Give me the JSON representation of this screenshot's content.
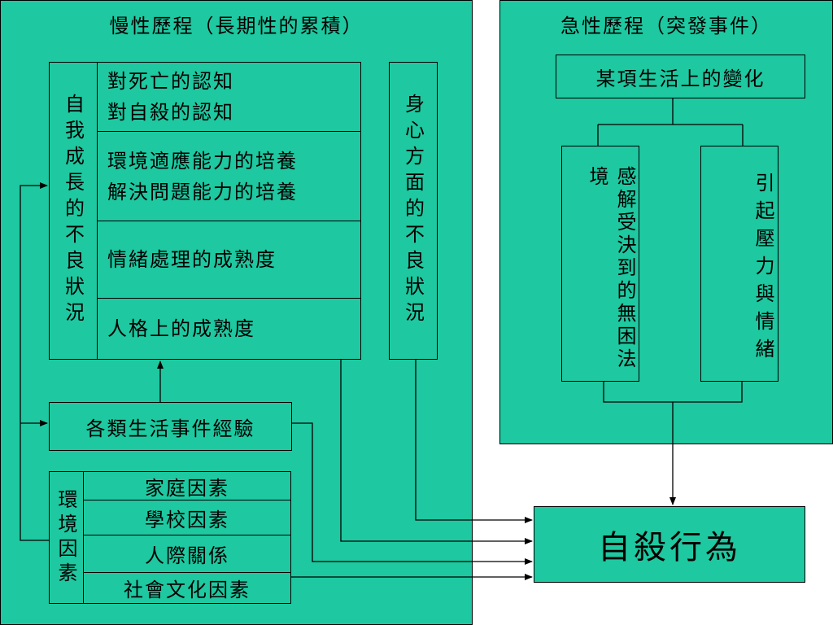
{
  "chronic": {
    "title": "慢性歷程（長期性的累積）",
    "self_growth_label": "自我成長的不良狀況",
    "self_growth_rows": [
      "對死亡的認知\n對自殺的認知",
      "環境適應能力的培養\n解決問題能力的培養",
      "情緒處理的成熟度",
      "人格上的成熟度"
    ],
    "mind_body_label": "身心方面的不良狀況",
    "life_events": "各類生活事件經驗",
    "env_label": "環境因素",
    "env_rows": [
      "家庭因素",
      "學校因素",
      "人際關係",
      "社會文化因素"
    ]
  },
  "acute": {
    "title": "急性歷程（突發事件）",
    "change": "某項生活上的變化",
    "left_box": "感解受決到的無困法境",
    "right_box": "引起壓力與情緒"
  },
  "outcome": "自殺行為",
  "colors": {
    "panel": "#1ec8a0",
    "line": "#000000",
    "background": "#ffffff"
  }
}
